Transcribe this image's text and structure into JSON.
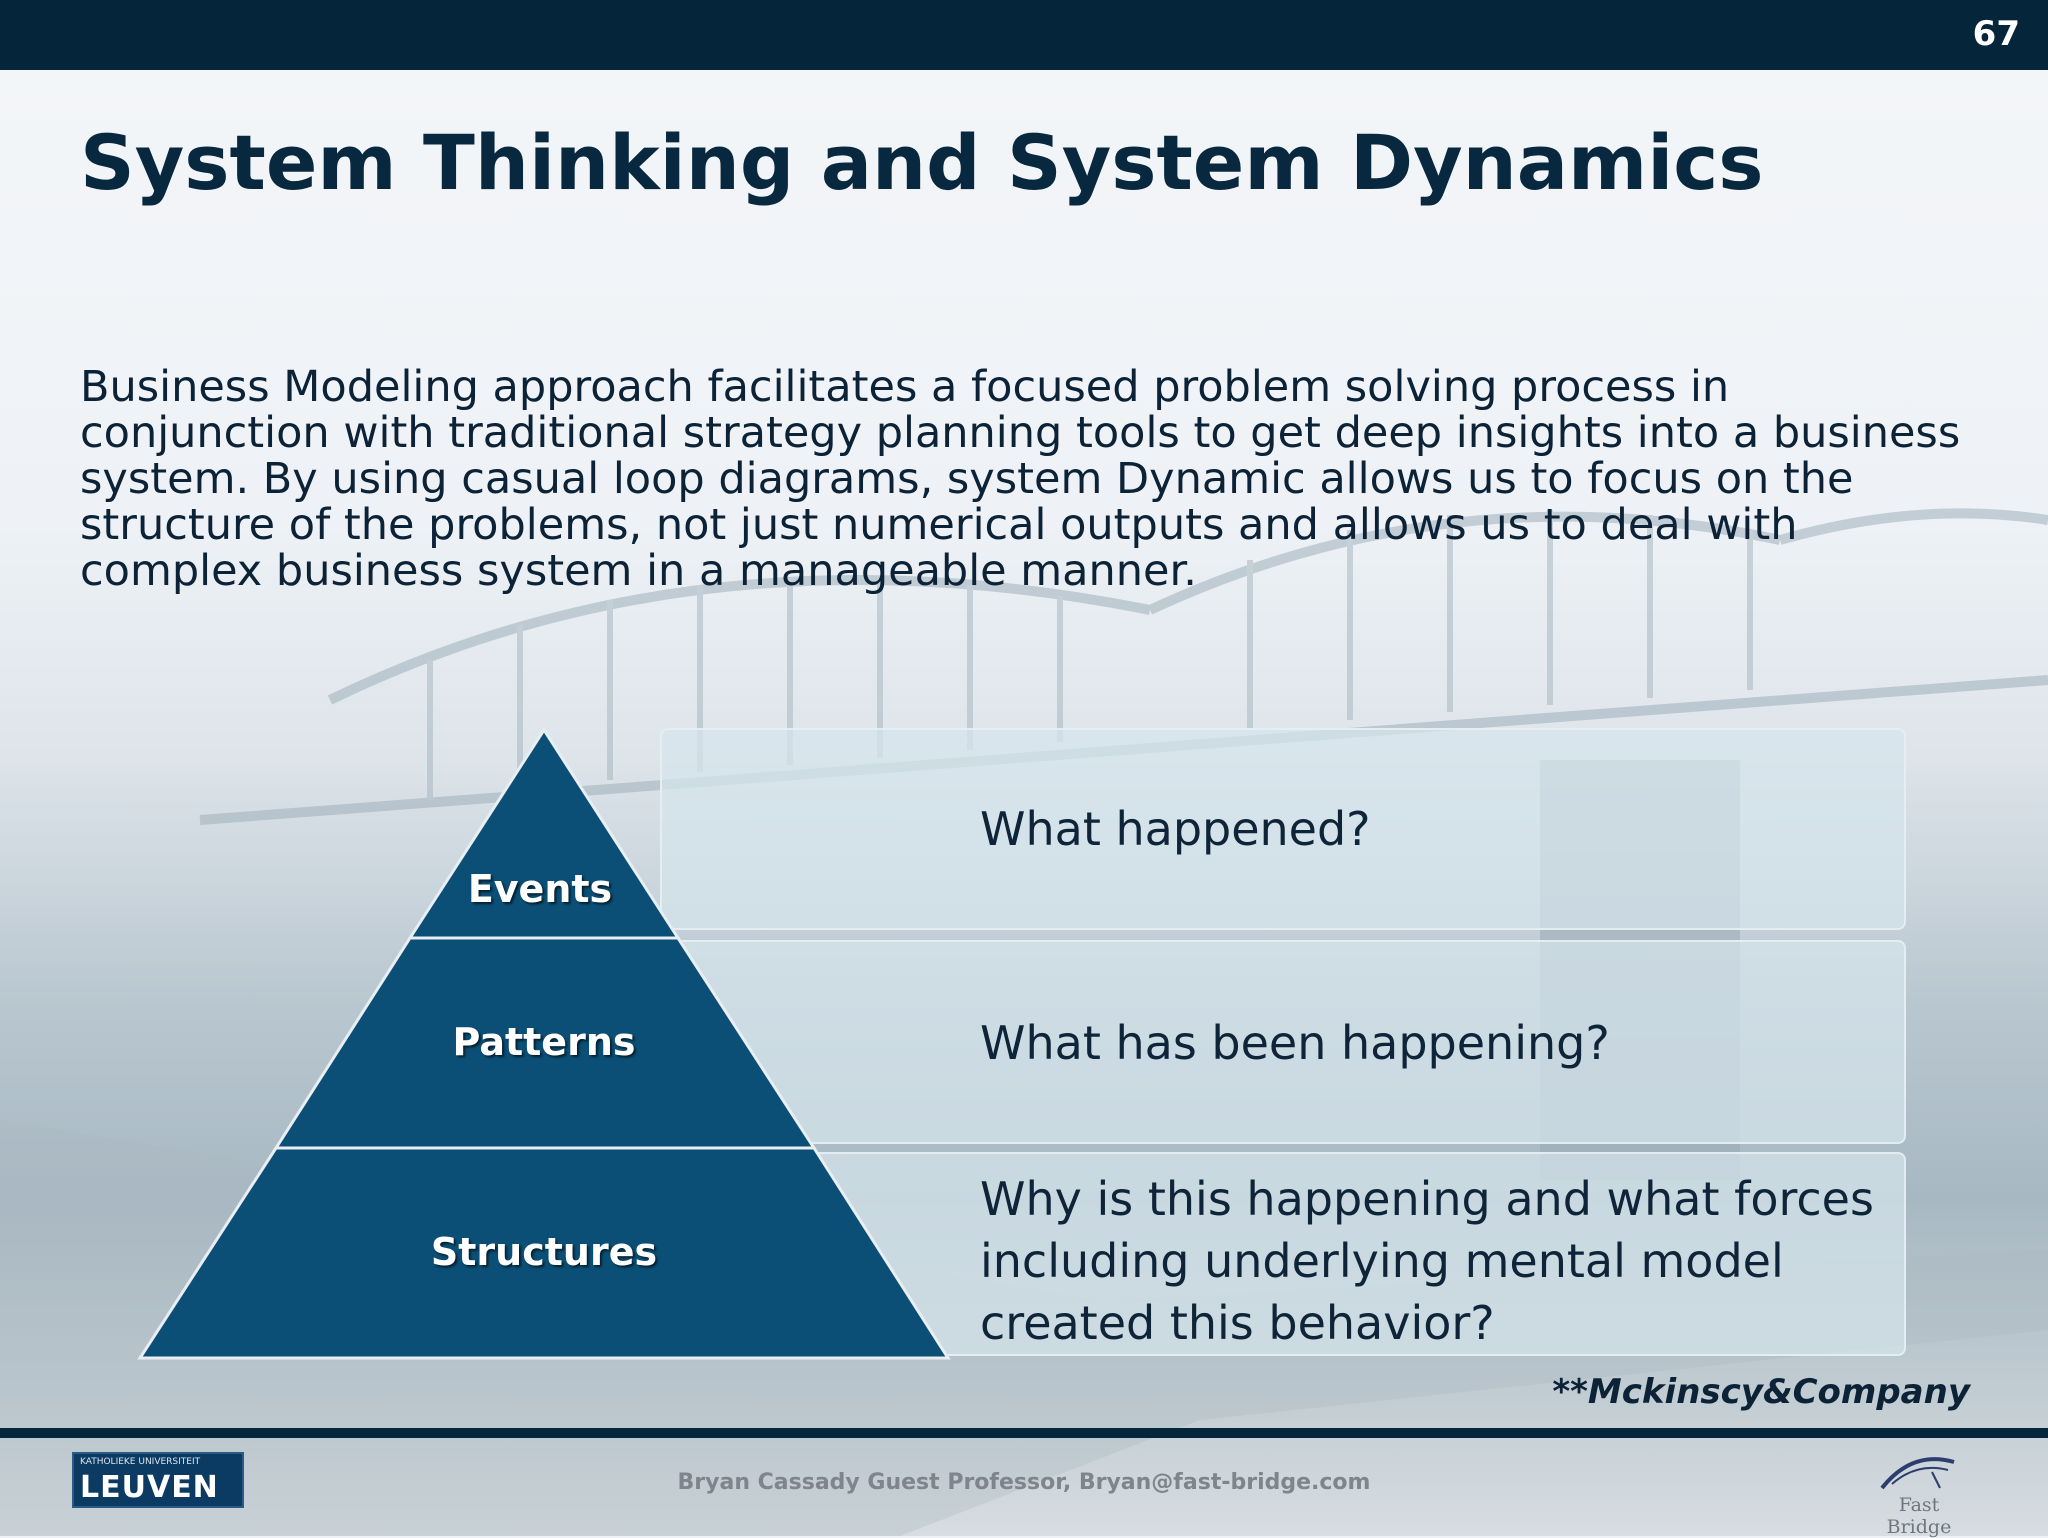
{
  "slide": {
    "number": "67",
    "title": "System Thinking and System Dynamics",
    "body": "Business Modeling approach facilitates a focused problem solving process in conjunction with traditional strategy planning tools to get deep insights into a business system. By using casual loop diagrams, system Dynamic allows us to focus on the structure of the problems, not just numerical outputs and allows us to deal with complex business system in a manageable manner.",
    "source": "**Mckinscy&Company"
  },
  "pyramid": {
    "levels": [
      {
        "label": "Events",
        "question": "What happened?"
      },
      {
        "label": "Patterns",
        "question": "What has been happening?"
      },
      {
        "label": "Structures",
        "question": "Why is this happening and what forces including underlying mental model created this behavior?"
      }
    ],
    "fill_color": "#0b4f76",
    "edge_color": "#e8eef2"
  },
  "footer": {
    "presenter": "Bryan Cassady Guest Professor, Bryan@fast-bridge.com",
    "left_logo_small": "KATHOLIEKE UNIVERSITEIT",
    "left_logo_main": "LEUVEN",
    "right_logo": "Fast Bridge"
  },
  "colors": {
    "top_bar": "#05263a",
    "title": "#082840"
  }
}
